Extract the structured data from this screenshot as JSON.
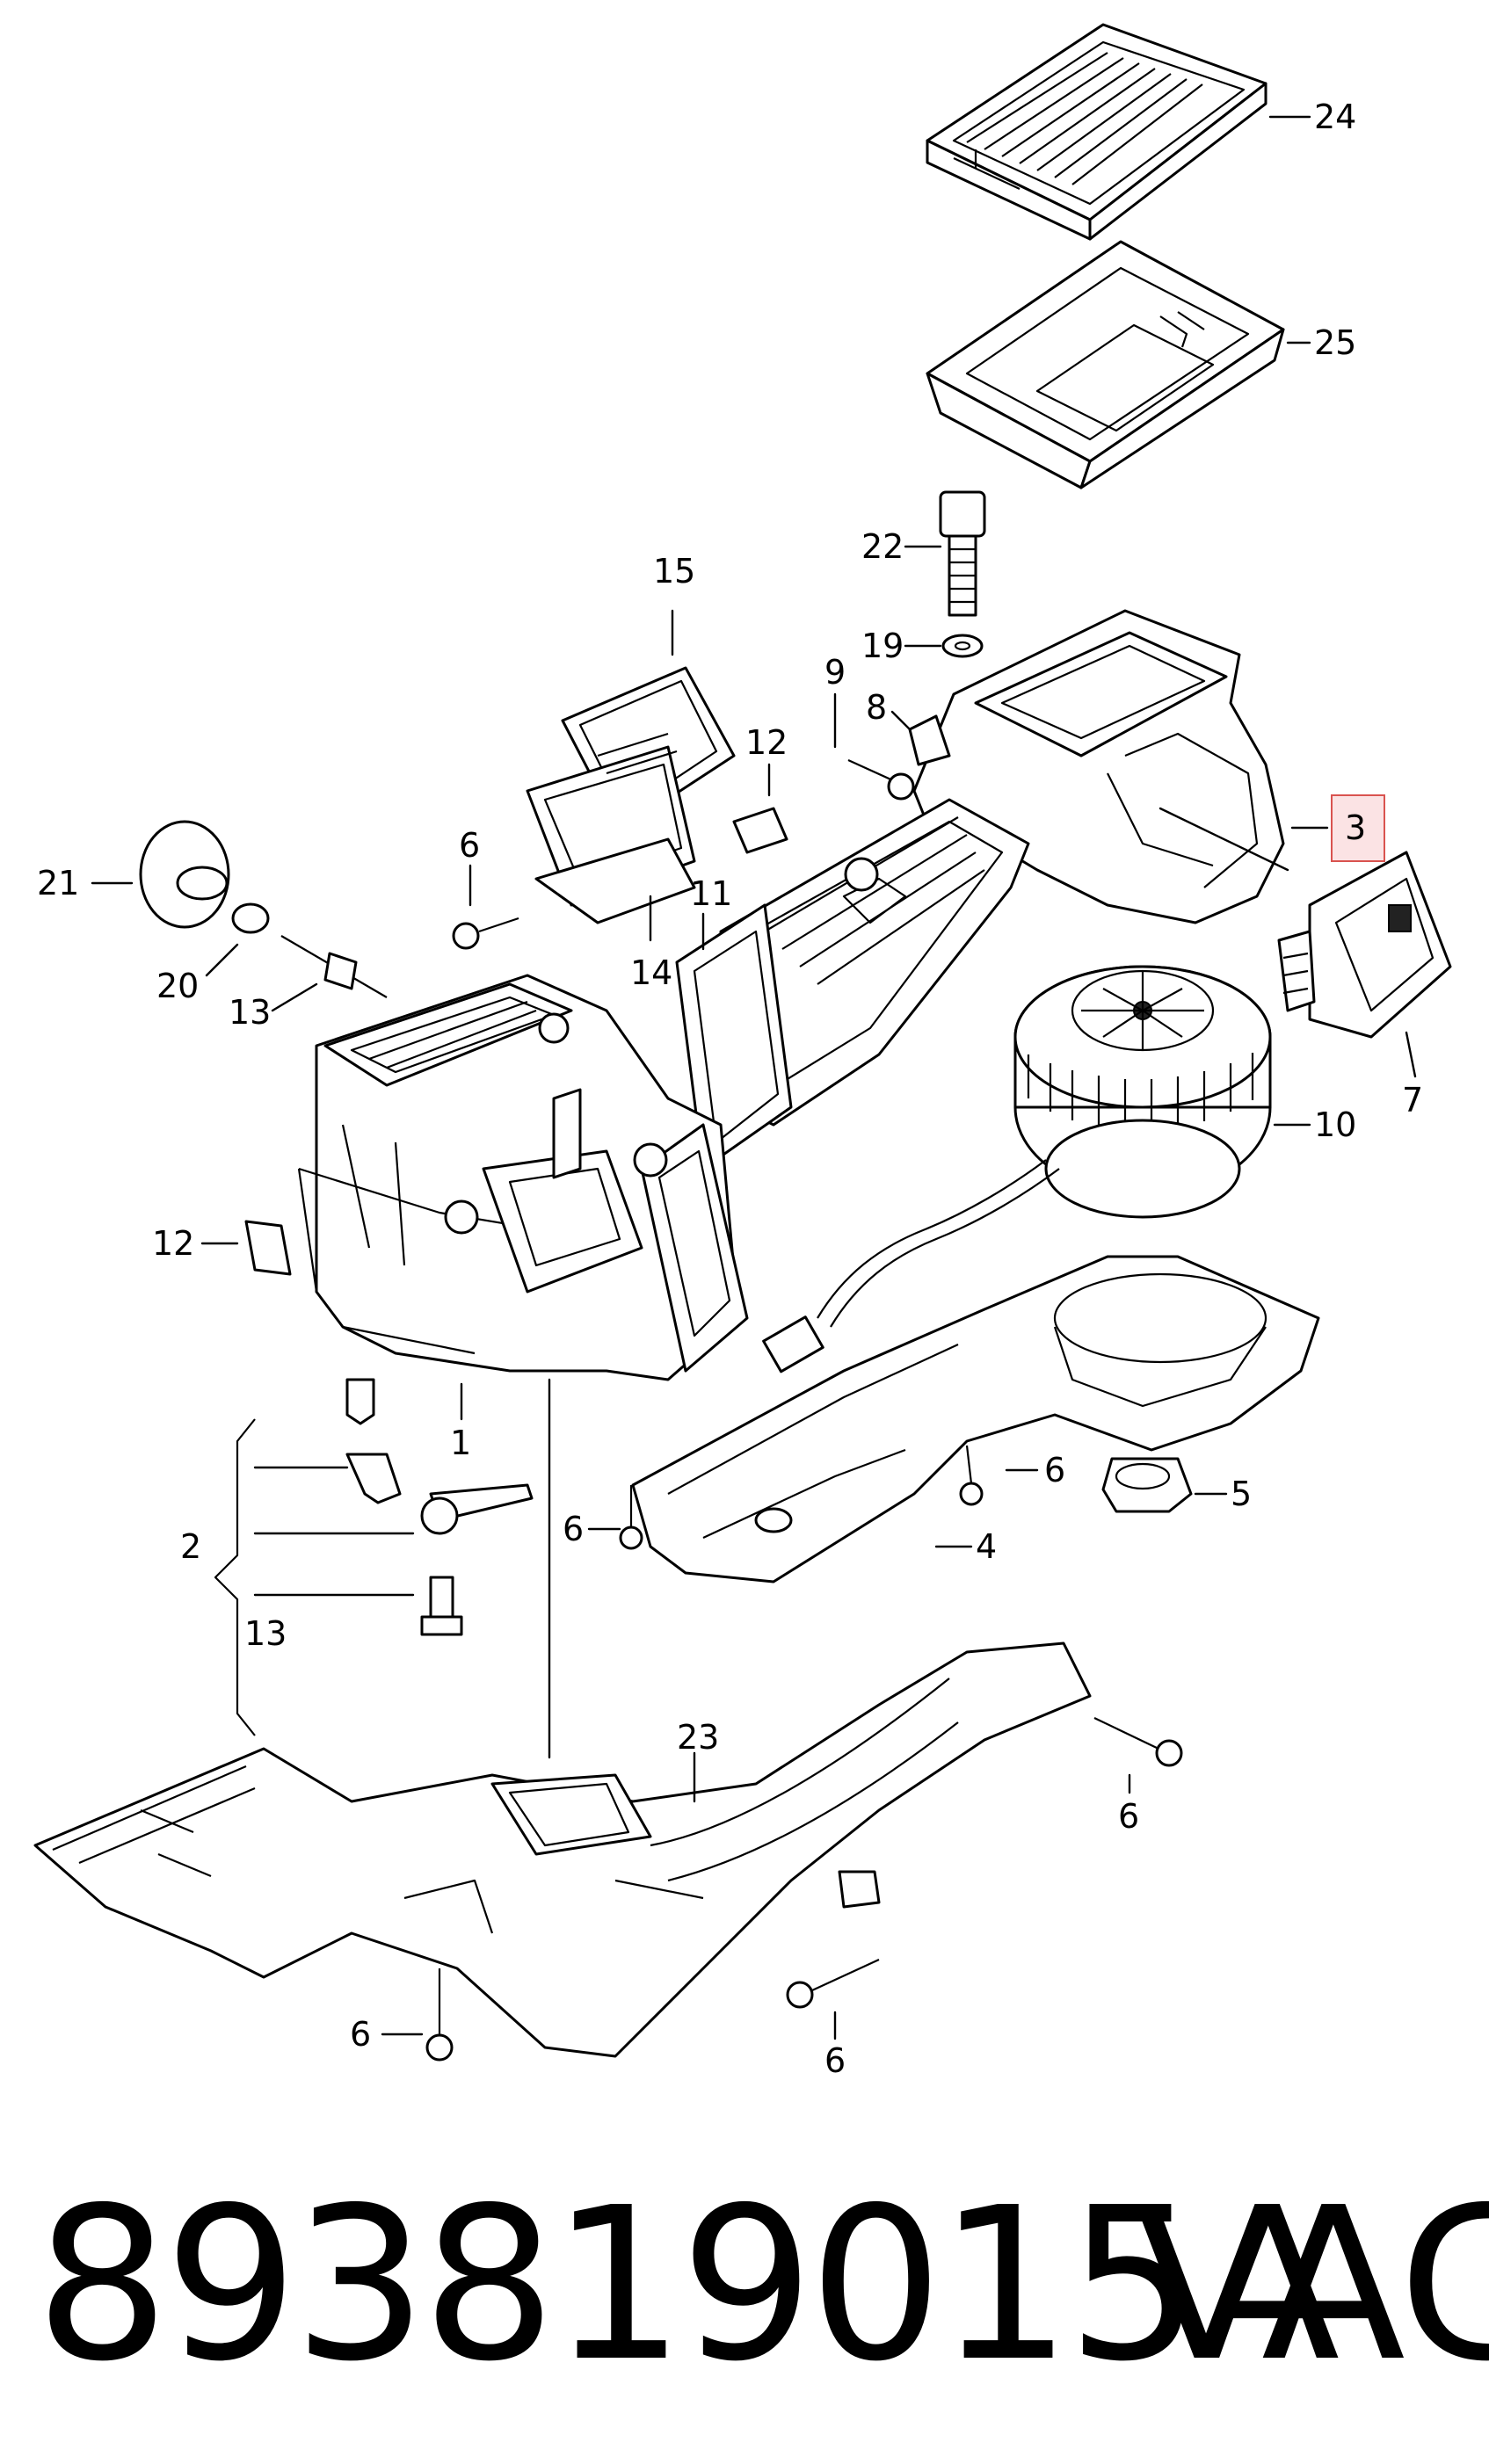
{
  "callouts": {
    "c1": "1",
    "c2": "2",
    "c3": "3",
    "c4": "4",
    "c5": "5",
    "c6a": "6",
    "c6b": "6",
    "c6c": "6",
    "c6d": "6",
    "c6e": "6",
    "c6f": "6",
    "c7": "7",
    "c8": "8",
    "c9": "9",
    "c10": "10",
    "c11": "11",
    "c12a": "12",
    "c12b": "12",
    "c13a": "13",
    "c13b": "13",
    "c14": "14",
    "c15": "15",
    "c19": "19",
    "c20": "20",
    "c21": "21",
    "c22": "22",
    "c23": "23",
    "c24": "24",
    "c25": "25"
  },
  "highlight_callout": "3",
  "colors": {
    "highlight_fill": "#fbe3e4",
    "highlight_border": "#d9534f",
    "ink": "#000000"
  },
  "footer": {
    "part_number": "893819015A",
    "brand": "VAG"
  }
}
